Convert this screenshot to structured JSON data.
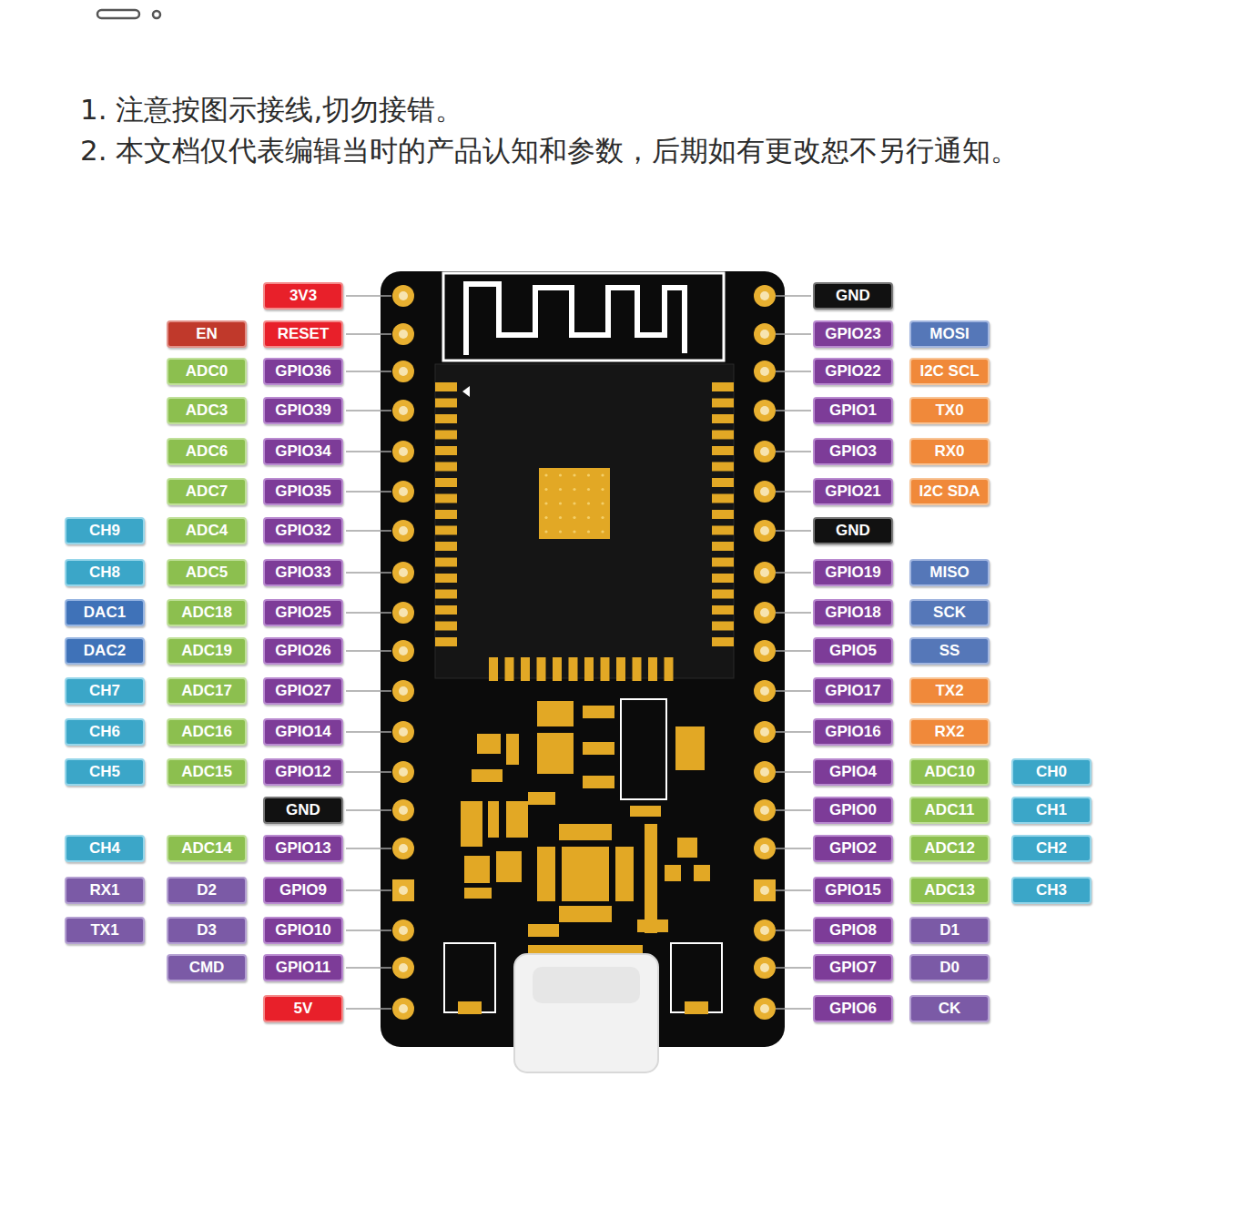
{
  "diagram": {
    "nodes": [
      {
        "text": [
          "3V3"
        ]
      },
      {
        "text": [
          "GND"
        ]
      },
      {
        "text": [
          "EN"
        ]
      },
      {
        "text": [
          "RESET"
        ]
      },
      {
        "text": [
          "GPIO23"
        ]
      },
      {
        "text": [
          "MOSI"
        ]
      },
      {
        "text": [
          "ADC0"
        ]
      },
      {
        "text": [
          "GPIO36"
        ]
      },
      {
        "text": [
          "GPIO22"
        ]
      },
      {
        "text": [
          "I2C SCL"
        ]
      },
      {
        "text": [
          "ADC3"
        ]
      },
      {
        "text": [
          "GPIO39"
        ]
      },
      {
        "text": [
          "GPIO1"
        ]
      },
      {
        "text": [
          "TX0"
        ]
      },
      {
        "text": [
          "ADC6"
        ]
      },
      {
        "text": [
          "GPIO34"
        ]
      },
      {
        "text": [
          "GPIO3"
        ]
      },
      {
        "text": [
          "RX0"
        ]
      },
      {
        "text": [
          "ADC7"
        ]
      },
      {
        "text": [
          "GPIO35"
        ]
      },
      {
        "text": [
          "GPIO21"
        ]
      },
      {
        "text": [
          "I2C SDA"
        ]
      },
      {
        "text": [
          "CH9"
        ]
      },
      {
        "text": [
          "ADC4"
        ]
      },
      {
        "text": [
          "GPIO32"
        ]
      },
      {
        "text": [
          "GND"
        ]
      },
      {
        "text": [
          "CH8"
        ]
      },
      {
        "text": [
          "ADC5"
        ]
      },
      {
        "text": [
          "GPIO33"
        ]
      },
      {
        "text": [
          "GPIO19"
        ]
      },
      {
        "text": [
          "MISO"
        ]
      },
      {
        "text": [
          "DAC1"
        ]
      },
      {
        "text": [
          "ADC18"
        ]
      },
      {
        "text": [
          "GPIO25"
        ]
      },
      {
        "text": [
          "GPIO18"
        ]
      },
      {
        "text": [
          "SCK"
        ]
      },
      {
        "text": [
          "DAC2"
        ]
      },
      {
        "text": [
          "ADC19"
        ]
      },
      {
        "text": [
          "GPIO26"
        ]
      },
      {
        "text": [
          "GPIO5"
        ]
      },
      {
        "text": [
          "SS"
        ]
      },
      {
        "text": [
          "CH7"
        ]
      },
      {
        "text": [
          "ADC17"
        ]
      },
      {
        "text": [
          "GPIO27"
        ]
      },
      {
        "text": [
          "GPIO17"
        ]
      },
      {
        "text": [
          "TX2"
        ]
      },
      {
        "text": [
          "CH6"
        ]
      },
      {
        "text": [
          "ADC16"
        ]
      },
      {
        "text": [
          "GPIO14"
        ]
      },
      {
        "text": [
          "GPIO16"
        ]
      },
      {
        "text": [
          "RX2"
        ]
      },
      {
        "text": [
          "CH5"
        ]
      },
      {
        "text": [
          "ADC15"
        ]
      },
      {
        "text": [
          "GPIO12"
        ]
      },
      {
        "text": [
          "GPIO4"
        ]
      },
      {
        "text": [
          "ADC10"
        ]
      },
      {
        "text": [
          "CH0"
        ]
      },
      {
        "text": [
          "GND"
        ]
      },
      {
        "text": [
          "GPIO0"
        ]
      },
      {
        "text": [
          "ADC11"
        ]
      },
      {
        "text": [
          "CH1"
        ]
      },
      {
        "text": [
          "CH4"
        ]
      },
      {
        "text": [
          "ADC14"
        ]
      },
      {
        "text": [
          "GPIO13"
        ]
      },
      {
        "text": [
          "GPIO2"
        ]
      },
      {
        "text": [
          "ADC12"
        ]
      },
      {
        "text": [
          "CH2"
        ]
      },
      {
        "text": [
          "RX1"
        ]
      },
      {
        "text": [
          "D2"
        ]
      },
      {
        "text": [
          "GPIO9"
        ]
      },
      {
        "text": [
          "GPIO15"
        ]
      },
      {
        "text": [
          "ADC13"
        ]
      },
      {
        "text": [
          "CH3"
        ]
      },
      {
        "text": [
          "TX1"
        ]
      },
      {
        "text": [
          "D3"
        ]
      },
      {
        "text": [
          "GPIO10"
        ]
      },
      {
        "text": [
          "GPIO8"
        ]
      },
      {
        "text": [
          "D1"
        ]
      },
      {
        "text": [
          "CMD"
        ]
      },
      {
        "text": [
          "GPIO11"
        ]
      },
      {
        "text": [
          "GPIO7"
        ]
      },
      {
        "text": [
          "D0"
        ]
      },
      {
        "text": [
          "5V"
        ]
      },
      {
        "text": [
          "GPIO6"
        ]
      },
      {
        "text": [
          "CK"
        ]
      }
    ],
    "labels": [
      "1. 注意按图示接线,切勿接错。",
      "2. 本文档仅代表编辑当时的产品认知和参数，后期如有更改恕不另行通知。"
    ]
  }
}
